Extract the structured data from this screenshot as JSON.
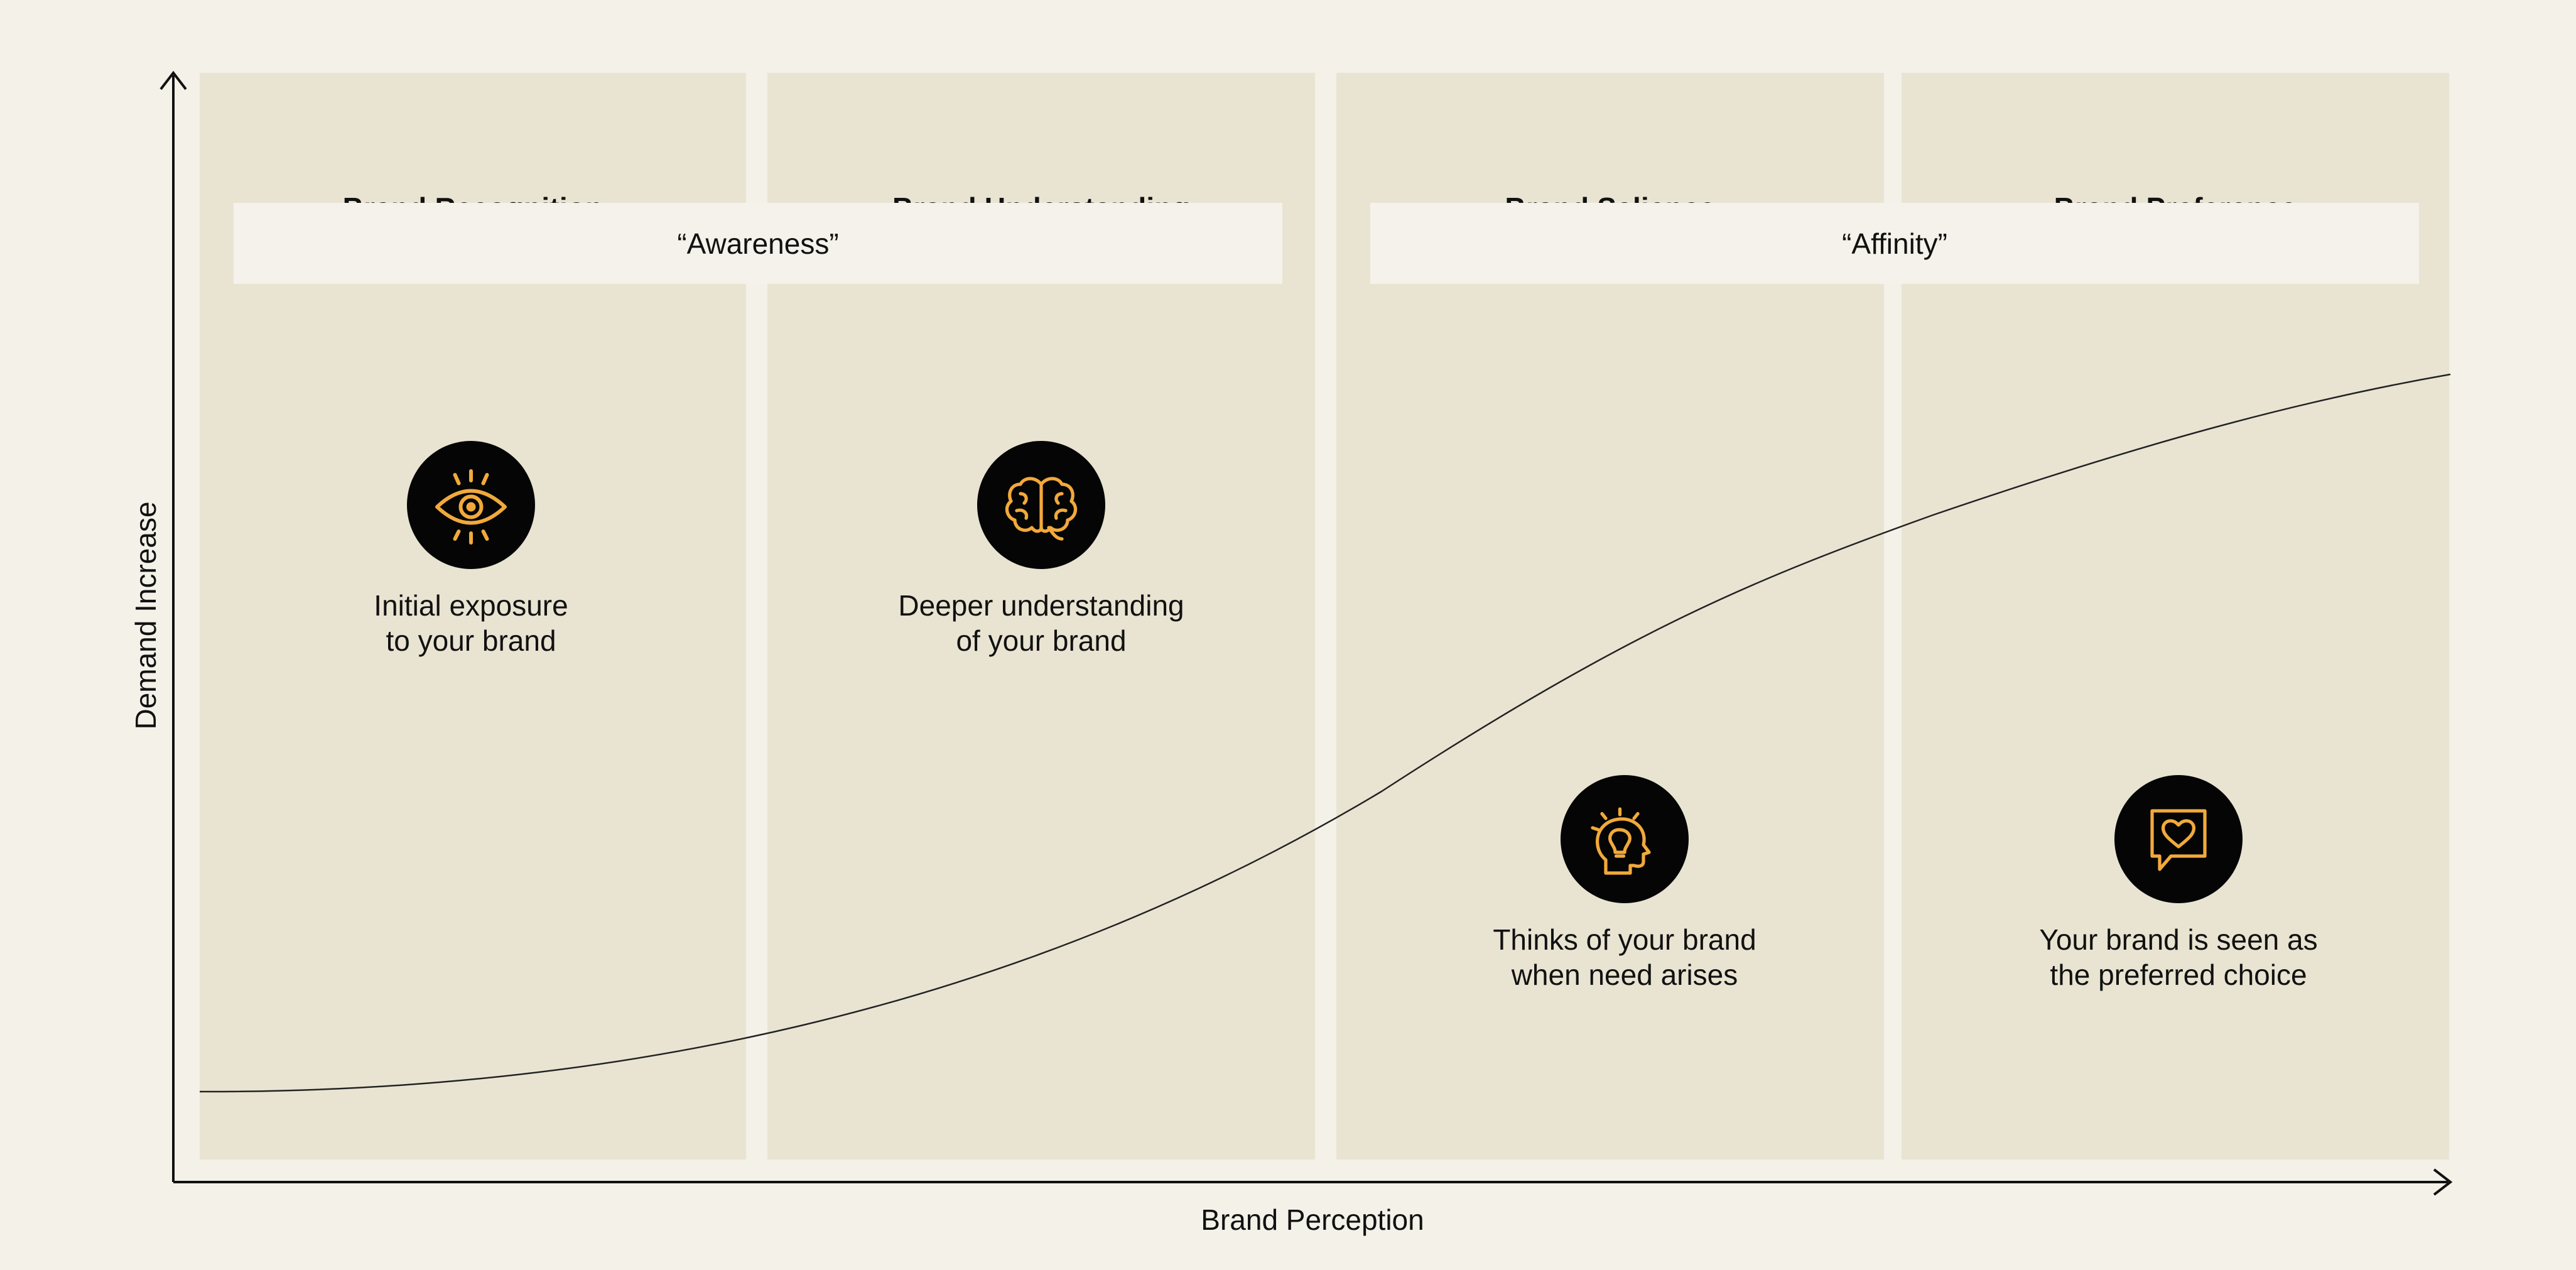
{
  "columns": [
    {
      "title": "Brand Recognition",
      "desc_lines": [
        "Initial exposure",
        "to your brand"
      ],
      "icon": "eye-icon"
    },
    {
      "title": "Brand Understanding",
      "desc_lines": [
        "Deeper understanding",
        "of your brand"
      ],
      "icon": "brain-icon"
    },
    {
      "title": "Brand Salience",
      "desc_lines": [
        "Thinks of your brand",
        "when need arises"
      ],
      "icon": "lightbulb-head-icon"
    },
    {
      "title": "Brand Preference",
      "desc_lines": [
        "Your brand is seen as",
        "the preferred choice"
      ],
      "icon": "heart-speech-bubble-icon"
    }
  ],
  "phases": [
    {
      "label": "“Awareness”"
    },
    {
      "label": "“Affinity”"
    }
  ],
  "axes": {
    "x_label": "Brand Perception",
    "y_label": "Demand Increase"
  },
  "colors": {
    "background": "#f3f1e8",
    "column_fill": "#e9e4d2",
    "phase_fill": "#f4f2ea",
    "icon_badge": "#050505",
    "icon_accent": "#f2a93b",
    "line": "#222222"
  }
}
